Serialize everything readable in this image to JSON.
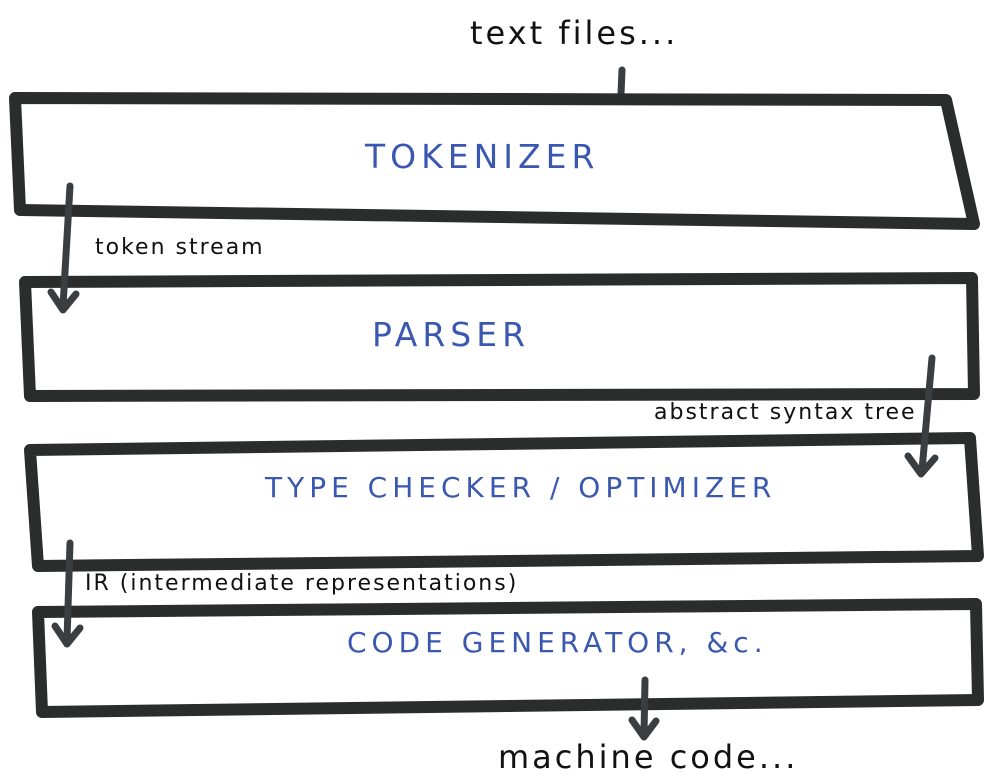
{
  "diagram": {
    "input_label": "text files...",
    "output_label": "machine code...",
    "stages": [
      {
        "label": "TOKENIZER"
      },
      {
        "label": "PARSER"
      },
      {
        "label": "TYPE CHECKER / OPTIMIZER"
      },
      {
        "label": "CODE GENERATOR, &c."
      }
    ],
    "flows": [
      {
        "label": "token stream"
      },
      {
        "label": "abstract syntax tree"
      },
      {
        "label": "IR (intermediate representations)"
      }
    ],
    "colors": {
      "box_stroke": "#2b2d2d",
      "arrow": "#3a3e40",
      "stage_text": "#3a58b0",
      "flow_text": "#111111"
    }
  }
}
